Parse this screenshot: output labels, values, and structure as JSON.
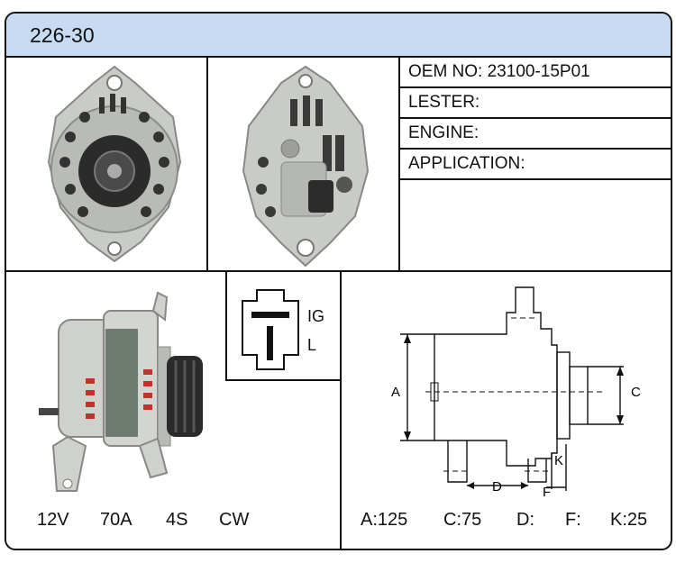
{
  "header": {
    "part_number": "226-30"
  },
  "specs": [
    {
      "label": "OEM NO: 23100-15P01"
    },
    {
      "label": "LESTER:"
    },
    {
      "label": "ENGINE:"
    },
    {
      "label": "APPLICATION:"
    }
  ],
  "electrical": {
    "voltage": "12V",
    "amperage": "70A",
    "pulley": "4S",
    "rotation": "CW"
  },
  "connector": {
    "pin1": "IG",
    "pin2": "L"
  },
  "dimension_letters": {
    "a": "A",
    "c": "C",
    "d": "D",
    "f": "F",
    "k": "K"
  },
  "dimensions": {
    "a": "A:125",
    "c": "C:75",
    "d": "D:",
    "f": "F:",
    "k": "K:25"
  },
  "colors": {
    "header_bg": "#c7dcf2",
    "housing": "#c9ccc6",
    "line": "#111111"
  }
}
